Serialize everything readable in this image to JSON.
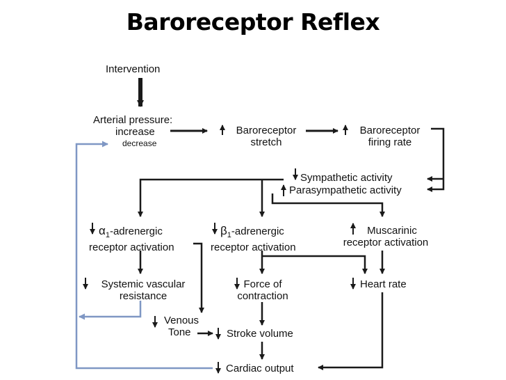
{
  "title": "Baroreceptor Reflex",
  "nodes": {
    "intervention": "Intervention",
    "arterial_pressure": "Arterial pressure:",
    "increase": "increase",
    "decrease": "decrease",
    "baroreceptor_stretch": [
      "Baroreceptor",
      "stretch"
    ],
    "baroreceptor_firing": [
      "Baroreceptor",
      "firing rate"
    ],
    "sympathetic": "Sympathetic activity",
    "parasympathetic": "Parasympathetic activity",
    "alpha1": [
      "-adrenergic",
      "receptor activation"
    ],
    "alpha_symbol": "α",
    "alpha_sub": "1",
    "beta1": [
      "-adrenergic",
      "receptor activation"
    ],
    "beta_symbol": "β",
    "beta_sub": "1",
    "muscarinic": [
      "Muscarinic",
      "receptor activation"
    ],
    "systemic_vascular": [
      "Systemic vascular",
      "resistance"
    ],
    "force": [
      "Force of",
      "contraction"
    ],
    "heart_rate": "Heart rate",
    "venous_tone": [
      "Venous",
      "Tone"
    ],
    "stroke_volume": "Stroke volume",
    "cardiac_output": "Cardiac output"
  },
  "colors": {
    "arrow": "#1a1a1a",
    "feedback": "#7f97c4",
    "title": "#000000"
  }
}
